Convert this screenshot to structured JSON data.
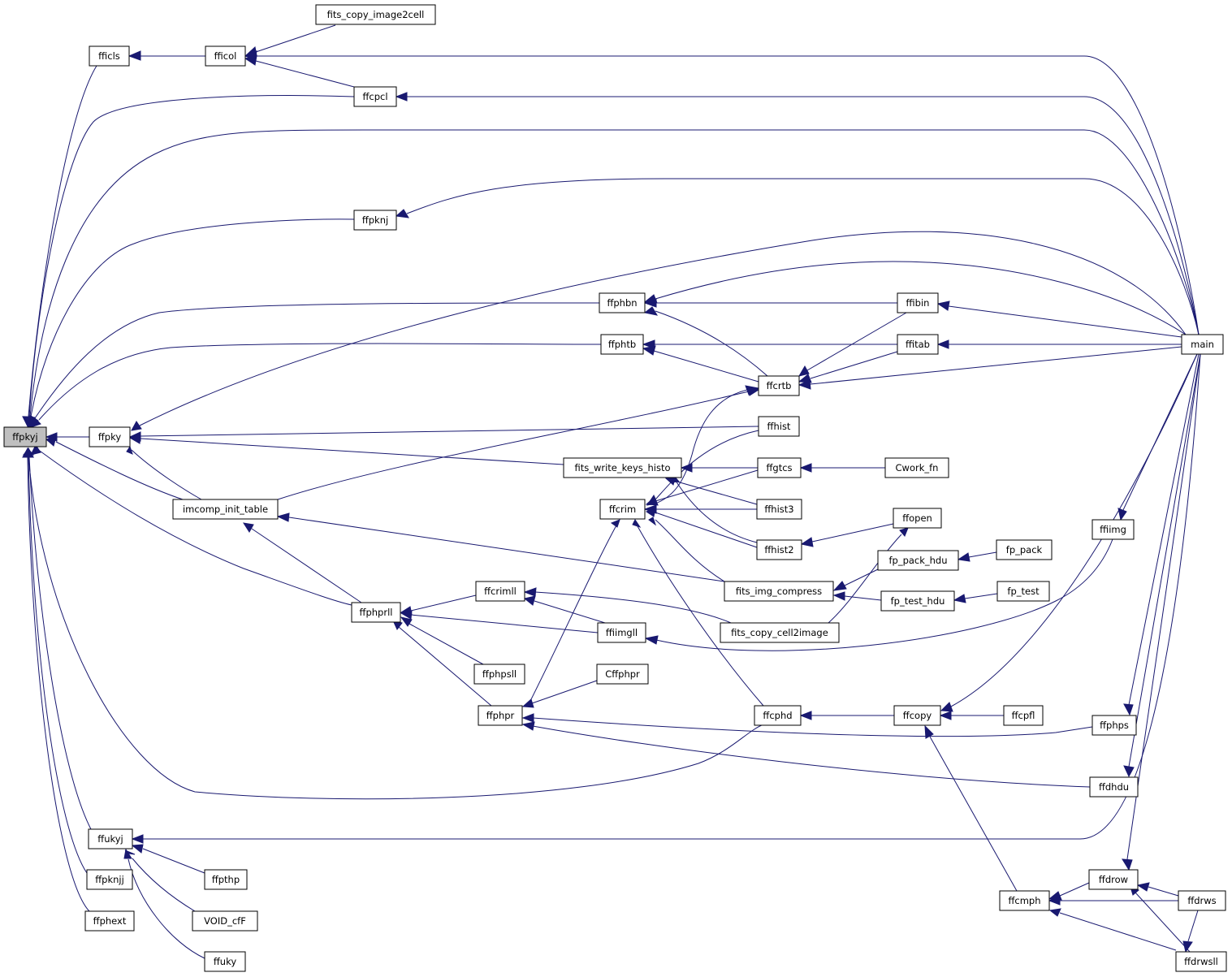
{
  "colors": {
    "edge": "#191970",
    "border_normal": "#000000",
    "border_truncated": "#ff0000",
    "fill_normal": "#ffffff",
    "fill_focus": "#bfbfbf"
  },
  "nodes": [
    {
      "id": "ffpkyj",
      "label": "ffpkyj",
      "focus": true
    },
    {
      "id": "fficls",
      "label": "fficls"
    },
    {
      "id": "fficol",
      "label": "fficol"
    },
    {
      "id": "fits_copy_image2cell",
      "label": "fits_copy_image2cell"
    },
    {
      "id": "ffcpcl",
      "label": "ffcpcl"
    },
    {
      "id": "ffpknj",
      "label": "ffpknj"
    },
    {
      "id": "ffphbn",
      "label": "ffphbn"
    },
    {
      "id": "ffibin",
      "label": "ffibin"
    },
    {
      "id": "ffphtb",
      "label": "ffphtb"
    },
    {
      "id": "ffitab",
      "label": "ffitab"
    },
    {
      "id": "main",
      "label": "main"
    },
    {
      "id": "ffcrtb",
      "label": "ffcrtb"
    },
    {
      "id": "ffpky",
      "label": "ffpky"
    },
    {
      "id": "ffhist",
      "label": "ffhist"
    },
    {
      "id": "fits_write_keys_histo",
      "label": "fits_write_keys_histo"
    },
    {
      "id": "ffgtcs",
      "label": "ffgtcs",
      "truncated": true
    },
    {
      "id": "Cwork_fn",
      "label": "Cwork_fn",
      "truncated": true
    },
    {
      "id": "imcomp_init_table",
      "label": "imcomp_init_table"
    },
    {
      "id": "ffcrim",
      "label": "ffcrim",
      "truncated": true
    },
    {
      "id": "ffhist3",
      "label": "ffhist3"
    },
    {
      "id": "ffopen",
      "label": "ffopen",
      "truncated": true
    },
    {
      "id": "ffhist2",
      "label": "ffhist2"
    },
    {
      "id": "ffiimg",
      "label": "ffiimg"
    },
    {
      "id": "fp_pack_hdu",
      "label": "fp_pack_hdu"
    },
    {
      "id": "fp_pack",
      "label": "fp_pack",
      "truncated": true
    },
    {
      "id": "fits_img_compress",
      "label": "fits_img_compress"
    },
    {
      "id": "ffcriml",
      "label": "ffcrimll"
    },
    {
      "id": "fp_test_hdu",
      "label": "fp_test_hdu"
    },
    {
      "id": "fp_test",
      "label": "fp_test",
      "truncated": true
    },
    {
      "id": "ffphprll",
      "label": "ffphprll"
    },
    {
      "id": "ffiimgll",
      "label": "ffiimgll"
    },
    {
      "id": "fits_copy_cell2image",
      "label": "fits_copy_cell2image"
    },
    {
      "id": "ffphpsll",
      "label": "ffphpsll"
    },
    {
      "id": "Cffphpr",
      "label": "Cffphpr"
    },
    {
      "id": "ffphpr",
      "label": "ffphpr"
    },
    {
      "id": "ffcphd",
      "label": "ffcphd"
    },
    {
      "id": "ffcopy",
      "label": "ffcopy"
    },
    {
      "id": "ffcpfl",
      "label": "ffcpfl"
    },
    {
      "id": "ffphps",
      "label": "ffphps"
    },
    {
      "id": "ffdhdu",
      "label": "ffdhdu"
    },
    {
      "id": "ffukyj",
      "label": "ffukyj"
    },
    {
      "id": "ffpknjj",
      "label": "ffpknjj"
    },
    {
      "id": "ffpthp",
      "label": "ffpthp"
    },
    {
      "id": "ffphext",
      "label": "ffphext"
    },
    {
      "id": "VOID_cfF",
      "label": "VOID_cfF"
    },
    {
      "id": "ffuky",
      "label": "ffuky"
    },
    {
      "id": "ffcmph",
      "label": "ffcmph"
    },
    {
      "id": "ffdrow",
      "label": "ffdrow"
    },
    {
      "id": "ffdrws",
      "label": "ffdrws",
      "truncated": true
    },
    {
      "id": "ffdrwsll",
      "label": "ffdrwsll"
    }
  ]
}
